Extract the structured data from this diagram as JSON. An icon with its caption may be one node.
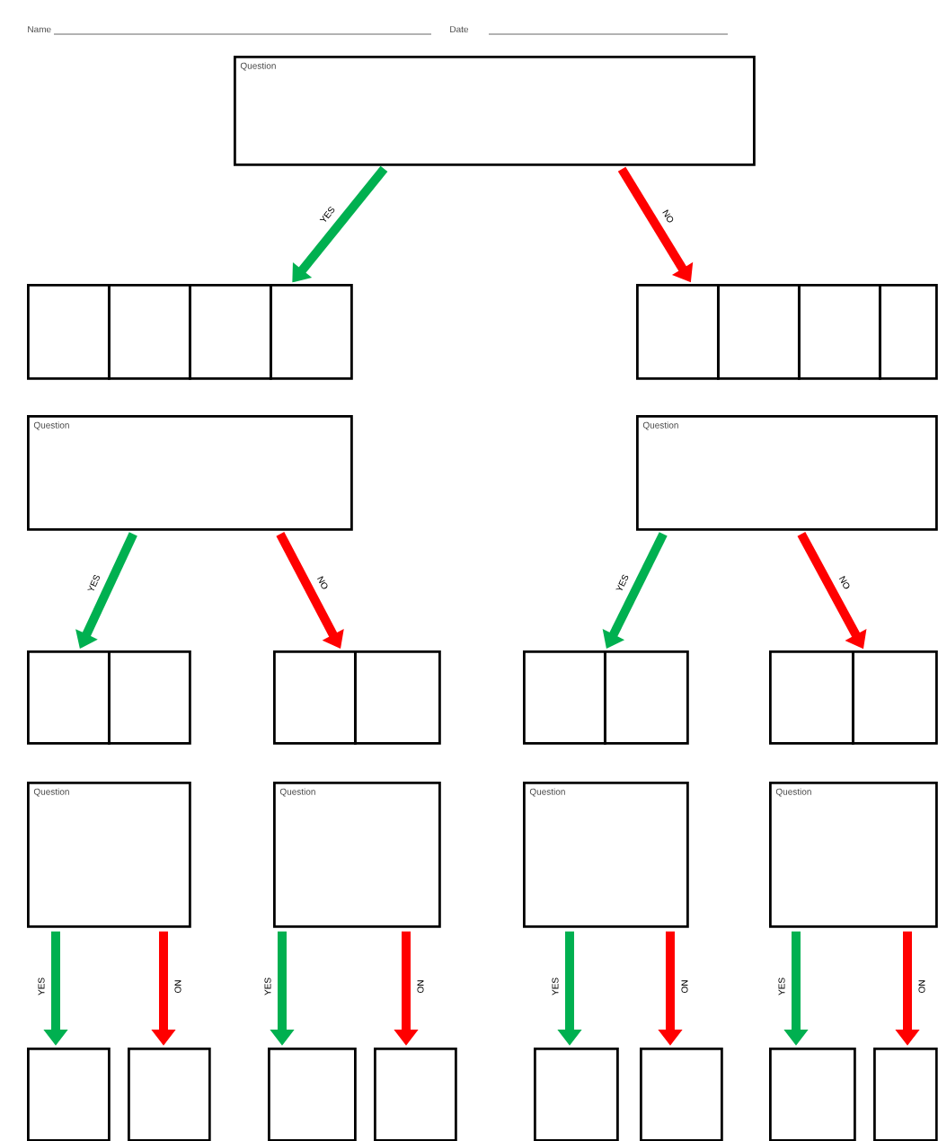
{
  "diagram": {
    "nodes": [
      {
        "text": [
          "Question"
        ]
      },
      {
        "text": [],
        "shape": "box"
      },
      {
        "text": [],
        "shape": "box"
      },
      {
        "text": [],
        "shape": "box"
      },
      {
        "text": [],
        "shape": "box"
      },
      {
        "text": [],
        "shape": "box"
      },
      {
        "text": [],
        "shape": "box"
      },
      {
        "text": [],
        "shape": "box"
      },
      {
        "text": [],
        "shape": "box"
      },
      {
        "text": [
          "Question"
        ]
      },
      {
        "text": [
          "Question"
        ]
      },
      {
        "text": [],
        "shape": "box"
      },
      {
        "text": [],
        "shape": "box"
      },
      {
        "text": [],
        "shape": "box"
      },
      {
        "text": [],
        "shape": "box"
      },
      {
        "text": [],
        "shape": "box"
      },
      {
        "text": [],
        "shape": "box"
      },
      {
        "text": [],
        "shape": "box"
      },
      {
        "text": [],
        "shape": "box"
      },
      {
        "text": [
          "Question"
        ]
      },
      {
        "text": [
          "Question"
        ]
      },
      {
        "text": [
          "Question"
        ]
      },
      {
        "text": [
          "Question"
        ]
      },
      {
        "text": [],
        "shape": "box"
      },
      {
        "text": [],
        "shape": "box"
      },
      {
        "text": [],
        "shape": "box"
      },
      {
        "text": [],
        "shape": "box"
      },
      {
        "text": [],
        "shape": "box"
      },
      {
        "text": [],
        "shape": "box"
      },
      {
        "text": [],
        "shape": "box"
      },
      {
        "text": [],
        "shape": "box"
      }
    ],
    "edges": [
      {
        "from": 0,
        "to": 4,
        "arrow": "to",
        "label": "YES",
        "color": "#00b050"
      },
      {
        "from": 0,
        "to": 5,
        "arrow": "to",
        "label": "NO",
        "color": "#ff0000"
      },
      {
        "from": 9,
        "to": 11,
        "arrow": "to",
        "label": "YES",
        "color": "#00b050"
      },
      {
        "from": 9,
        "to": 13,
        "arrow": "to",
        "label": "NO",
        "color": "#ff0000"
      },
      {
        "from": 10,
        "to": 16,
        "arrow": "to",
        "label": "YES",
        "color": "#00b050"
      },
      {
        "from": 10,
        "to": 18,
        "arrow": "to",
        "label": "NO",
        "color": "#ff0000"
      },
      {
        "from": 19,
        "to": 23,
        "arrow": "to",
        "label": "YES",
        "color": "#00b050"
      },
      {
        "from": 19,
        "to": 24,
        "arrow": "to",
        "label": "NO",
        "color": "#ff0000"
      },
      {
        "from": 20,
        "to": 25,
        "arrow": "to",
        "label": "YES",
        "color": "#00b050"
      },
      {
        "from": 20,
        "to": 26,
        "arrow": "to",
        "label": "NO",
        "color": "#ff0000"
      },
      {
        "from": 21,
        "to": 27,
        "arrow": "to",
        "label": "YES",
        "color": "#00b050"
      },
      {
        "from": 21,
        "to": 28,
        "arrow": "to",
        "label": "NO",
        "color": "#ff0000"
      },
      {
        "from": 22,
        "to": 29,
        "arrow": "to",
        "label": "YES",
        "color": "#00b050"
      },
      {
        "from": 22,
        "to": 30,
        "arrow": "to",
        "label": "NO",
        "color": "#ff0000"
      }
    ],
    "labels": [
      "Name",
      "Date"
    ]
  }
}
